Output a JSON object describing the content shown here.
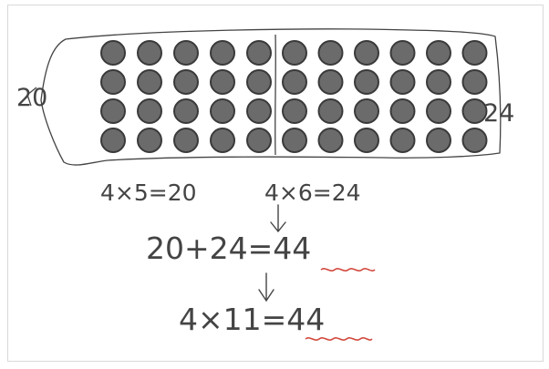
{
  "colors": {
    "ink": "#444444",
    "dot_fill": "#6b6b6b",
    "dot_edge": "#3a3a3a",
    "pen_red": "#d2473b",
    "frame": "#d9d9d9"
  },
  "array": {
    "rows": 4,
    "left_columns": 5,
    "right_columns": 6
  },
  "labels": {
    "left_total": "20",
    "right_total": "24"
  },
  "equations": {
    "left_product": "4×5=20",
    "right_product": "4×6=24",
    "sum": "20+24=44",
    "final": "4×11=44"
  }
}
